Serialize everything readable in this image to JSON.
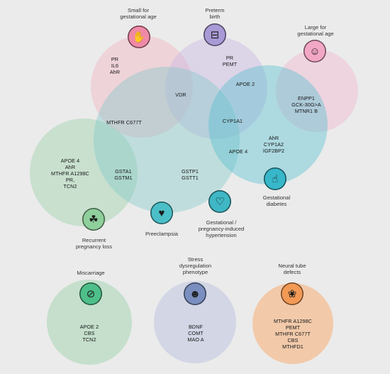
{
  "conditions": {
    "sga": {
      "title": "Small for\ngestational age",
      "color": "#ef8aa6",
      "icon": "hand-baby-icon"
    },
    "preterm": {
      "title": "Preterm\nbirth",
      "color": "#a99ad6",
      "icon": "incubator-icon"
    },
    "lga": {
      "title": "Large for\ngestational age",
      "color": "#f2a7c4",
      "icon": "baby-icon"
    },
    "gdm": {
      "title": "Gestational\ndiabetes",
      "color": "#37b7c9",
      "icon": "finger-prick-icon"
    },
    "ghtn": {
      "title": "Gestational /\npregnancy-induced\nhypertension",
      "color": "#3fb7c4",
      "icon": "heart-pressure-icon"
    },
    "preeclampsia": {
      "title": "Preeclampsia",
      "color": "#4bbfc7",
      "icon": "heartbeat-icon"
    },
    "rpl": {
      "title": "Recurrent\npregnancy loss",
      "color": "#8fcf9c",
      "icon": "hands-fetus-icon"
    },
    "miscarriage": {
      "title": "Miscarriage",
      "color": "#4ebf8a",
      "icon": "no-pregnancy-icon"
    },
    "stress": {
      "title": "Stress\ndysregulation\nphenotype",
      "color": "#7a8fbf",
      "icon": "head-brain-icon"
    },
    "ntd": {
      "title": "Neural tube\ndefects",
      "color": "#f29a55",
      "icon": "brain-icon"
    }
  },
  "genes": {
    "sga_only": "PR\nIL6\nAhR",
    "preterm_only": "PR\nPEMT",
    "vdr": "VDR",
    "apoe2_top": "APOE 2",
    "lga_genes": "ENPP1\nGCK-30G>A\nMTNR1 B",
    "mthfr_c677t": "MTHFR C677T",
    "cyp1a1": "CYP1A1",
    "gdm_genes": "AhR\nCYP1A2\nIGF2BP2",
    "apoe4_mid": "APOE 4",
    "rpl_genes": "APOE 4\nAhR\nMTHFR A1298C\nPR,\nTCN2",
    "gsta": "GSTA1\nGSTM1",
    "gstp": "GSTP1\nGSTT1",
    "miscarriage_genes": "APOE 2\nCBS\nTCN2",
    "stress_genes": "BDNF\nCOMT\nMAO A",
    "ntd_genes": "MTHFR A1298C\nPEMT\nMTHFR C677T\nCBS\nMTHFD1"
  }
}
